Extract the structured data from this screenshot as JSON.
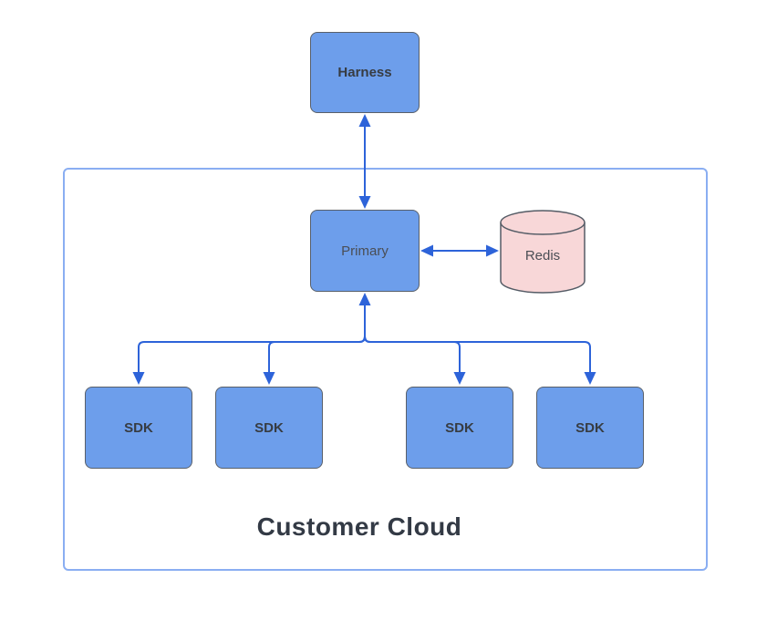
{
  "diagram": {
    "container": {
      "label": "Customer Cloud"
    },
    "nodes": {
      "harness": {
        "label": "Harness",
        "shape": "rounded-rectangle"
      },
      "primary": {
        "label": "Primary",
        "shape": "rounded-rectangle"
      },
      "redis": {
        "label": "Redis",
        "shape": "cylinder"
      },
      "sdks": [
        {
          "label": "SDK"
        },
        {
          "label": "SDK"
        },
        {
          "label": "SDK"
        },
        {
          "label": "SDK"
        }
      ]
    },
    "edges": [
      {
        "from": "Harness",
        "to": "Primary",
        "direction": "bidirectional"
      },
      {
        "from": "Primary",
        "to": "Redis",
        "direction": "bidirectional"
      },
      {
        "from": "Primary",
        "to": "SDK",
        "direction": "down",
        "branches": 4,
        "note": "tree connector with up arrowhead at Primary and down arrowheads at each SDK"
      }
    ],
    "colors": {
      "node_fill": "#6d9eeb",
      "node_border": "#59606a",
      "redis_fill": "#f8d7d8",
      "redis_border": "#555c66",
      "arrow": "#2d63d9",
      "container_border": "#8aaef2",
      "title_text": "#333a45",
      "node_text": "#3b4046",
      "background": "#ffffff"
    }
  }
}
